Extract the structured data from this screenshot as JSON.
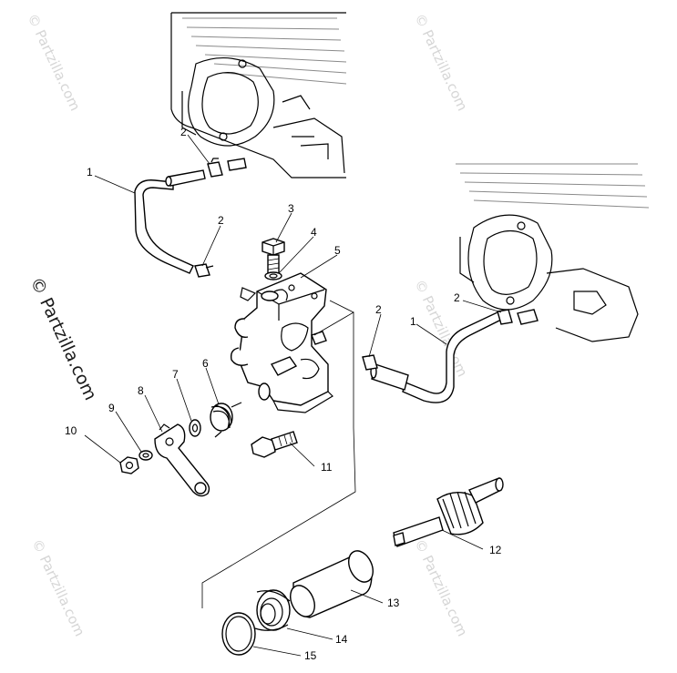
{
  "watermark": {
    "main": "© Partzilla.com",
    "faint": "© Partzilla.com"
  },
  "callouts": [
    {
      "id": "c1a",
      "label": "1"
    },
    {
      "id": "c2a",
      "label": "2"
    },
    {
      "id": "c2b",
      "label": "2"
    },
    {
      "id": "c3",
      "label": "3"
    },
    {
      "id": "c4",
      "label": "4"
    },
    {
      "id": "c5",
      "label": "5"
    },
    {
      "id": "c2c",
      "label": "2"
    },
    {
      "id": "c2d",
      "label": "2"
    },
    {
      "id": "c1b",
      "label": "1"
    },
    {
      "id": "c6",
      "label": "6"
    },
    {
      "id": "c7",
      "label": "7"
    },
    {
      "id": "c8",
      "label": "8"
    },
    {
      "id": "c9",
      "label": "9"
    },
    {
      "id": "c10",
      "label": "10"
    },
    {
      "id": "c11",
      "label": "11"
    },
    {
      "id": "c12",
      "label": "12"
    },
    {
      "id": "c13",
      "label": "13"
    },
    {
      "id": "c14",
      "label": "14"
    },
    {
      "id": "c15",
      "label": "15"
    }
  ]
}
